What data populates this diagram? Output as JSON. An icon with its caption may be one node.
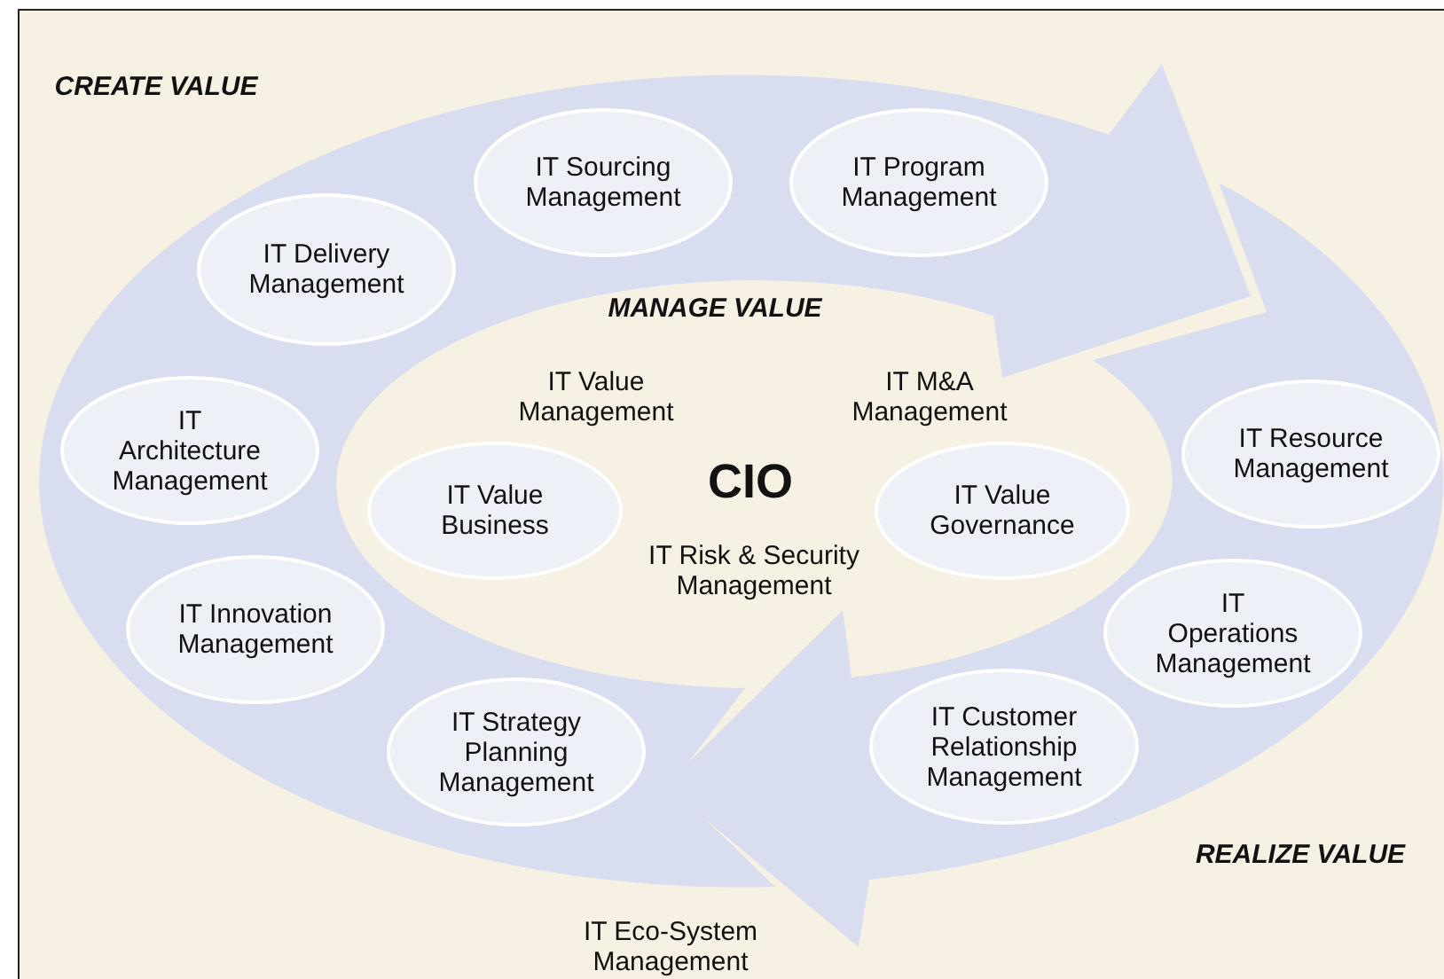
{
  "diagram": {
    "nodes": [
      {
        "text": [
          "IT Delivery Management"
        ]
      },
      {
        "text": [
          "IT Sourcing Management"
        ]
      },
      {
        "text": [
          "IT Program Management"
        ]
      },
      {
        "text": [
          "IT Architecture Management"
        ]
      },
      {
        "text": [
          "IT Value Business"
        ]
      },
      {
        "text": [
          "IT Value Governance"
        ]
      },
      {
        "text": [
          "IT Resource Management"
        ]
      },
      {
        "text": [
          "IT Innovation Management"
        ]
      },
      {
        "text": [
          "IT Operations Management"
        ]
      },
      {
        "text": [
          "IT Strategy Planning Management"
        ]
      },
      {
        "text": [
          "IT Customer Relationship Management"
        ]
      }
    ],
    "labels": [
      "CREATE VALUE",
      "MANAGE VALUE",
      "IT Value Management",
      "IT M&A Management",
      "CIO",
      "IT Risk & Security Management",
      "REALIZE VALUE",
      "IT Eco-System Management"
    ]
  }
}
